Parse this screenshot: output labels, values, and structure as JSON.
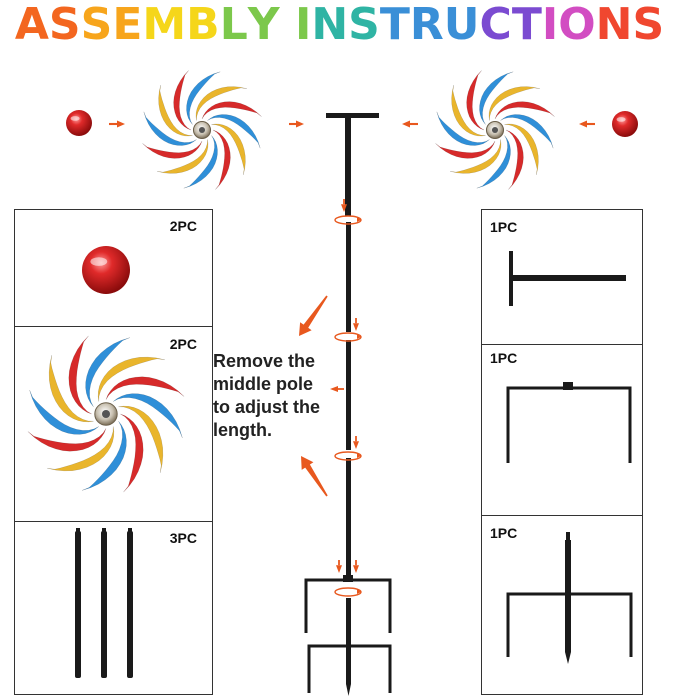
{
  "title": "ASSEMBLY INSTRUCTIONS",
  "colors": {
    "red": "#d62a2a",
    "blue": "#2f8fd8",
    "yellow": "#e9b52c",
    "orange_arrow": "#e8581e",
    "pole": "#1a1a1a",
    "title_gradient": [
      "#f3661f",
      "#f7a51c",
      "#f5d61a",
      "#7cc84b",
      "#2fb4a4",
      "#3a8fd7",
      "#7b4bd1",
      "#d24dc2",
      "#f0472f"
    ]
  },
  "instruction": {
    "line1": "Remove the",
    "line2": "middle pole",
    "line3": "to adjust the",
    "line4": "length."
  },
  "parts_left": [
    {
      "qty": "2PC",
      "part": "red-ball"
    },
    {
      "qty": "2PC",
      "part": "spinner-wheel"
    },
    {
      "qty": "3PC",
      "part": "pole-segments"
    }
  ],
  "parts_right": [
    {
      "qty": "1PC",
      "part": "top-t-bar"
    },
    {
      "qty": "1PC",
      "part": "support-frame"
    },
    {
      "qty": "1PC",
      "part": "ground-stake"
    }
  ]
}
